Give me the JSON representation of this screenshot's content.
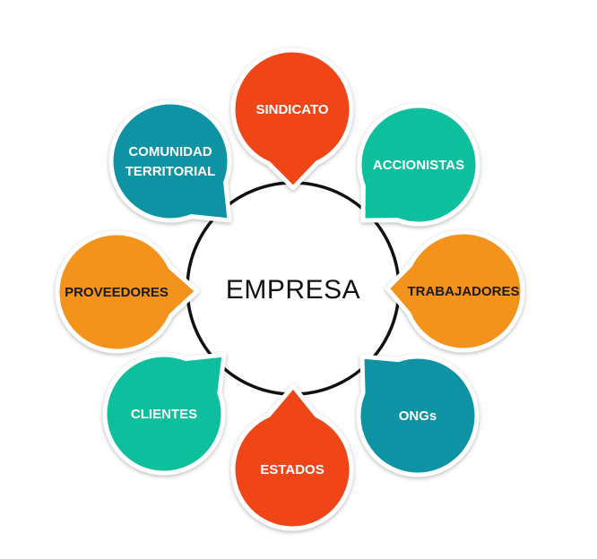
{
  "center": {
    "label": "EMPRESA"
  },
  "stakeholders": [
    {
      "id": "sindicato",
      "lines": [
        "SINDICATO"
      ],
      "color": "#f04419",
      "text_color": "#ffffff"
    },
    {
      "id": "accionistas",
      "lines": [
        "ACCIONISTAS"
      ],
      "color": "#0cbf9c",
      "text_color": "#ffffff"
    },
    {
      "id": "trabajadores",
      "lines": [
        "TRABAJADORES"
      ],
      "color": "#f4931f",
      "text_color": "#1a1a1a"
    },
    {
      "id": "ongs",
      "lines": [
        "ONGs"
      ],
      "color": "#0d93a3",
      "text_color": "#ffffff"
    },
    {
      "id": "estados",
      "lines": [
        "ESTADOS"
      ],
      "color": "#f04419",
      "text_color": "#ffffff"
    },
    {
      "id": "clientes",
      "lines": [
        "CLIENTES"
      ],
      "color": "#0cbf9c",
      "text_color": "#ffffff"
    },
    {
      "id": "proveedores",
      "lines": [
        "PROVEEDORES"
      ],
      "color": "#f4931f",
      "text_color": "#1a1a1a"
    },
    {
      "id": "comunidad-territorial",
      "lines": [
        "COMUNIDAD",
        "TERRITORIAL"
      ],
      "color": "#0d93a3",
      "text_color": "#ffffff"
    }
  ]
}
